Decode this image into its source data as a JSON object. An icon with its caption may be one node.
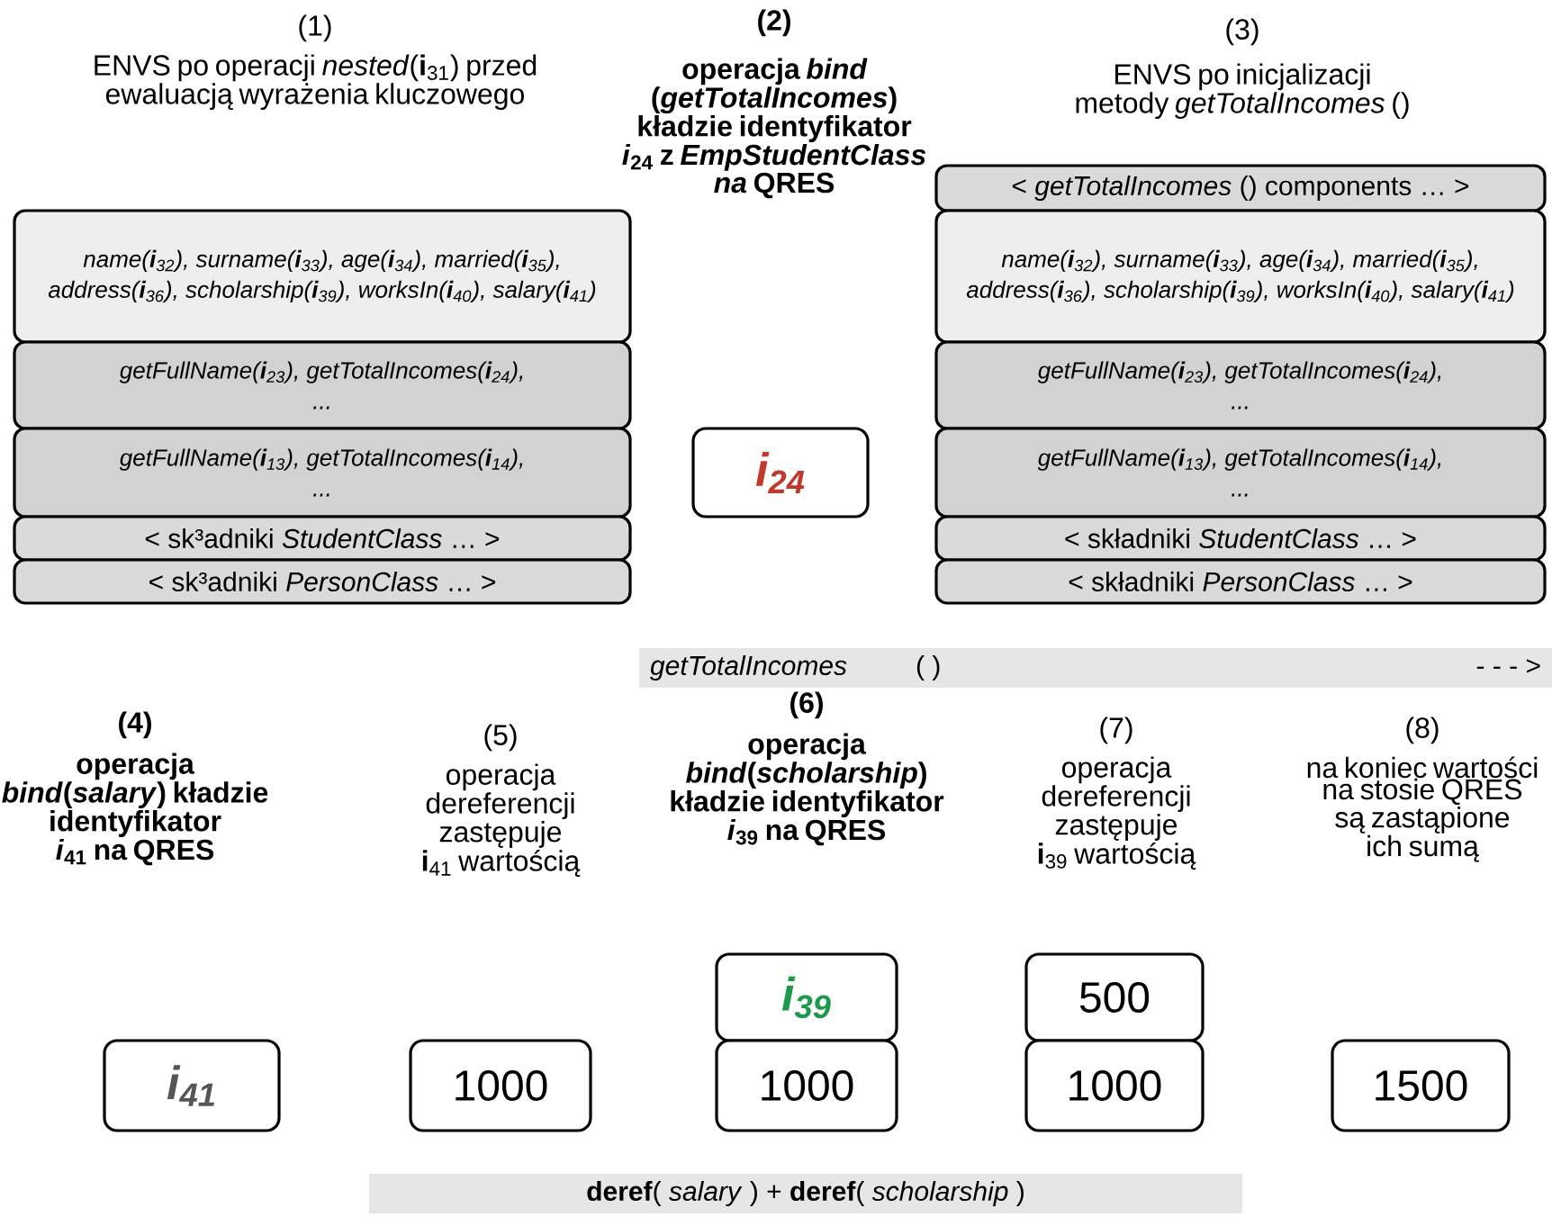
{
  "diagram": {
    "nodes": [
      {
        "text": [
          "name(**i**$_{32}$), surname(**i**$_{33}$), age(**i**$_{34}$), married(**i**$_{35}$), address(**i**$_{36}$), scholarship(**i**$_{39}$), worksIn(**i**$_{40}$), salary(**i**$_{41}$)"
        ]
      },
      {
        "text": [
          "getFullName(**i**$_{23}$), getTotalIncomes(**i**$_{24}$),",
          "..."
        ]
      },
      {
        "text": [
          "getFullName(**i**$_{13}$), getTotalIncomes(**i**$_{14}$),",
          "..."
        ]
      },
      {
        "text": [
          "< sk³adniki *StudentClass* … >"
        ]
      },
      {
        "text": [
          "< sk³adniki *PersonClass* … >"
        ]
      },
      {
        "text": [
          "i$_{24}$"
        ]
      },
      {
        "text": [
          "< *getTotalIncomes* () components … >"
        ]
      },
      {
        "text": [
          "name(**i**$_{32}$), surname(**i**$_{33}$), age(**i**$_{34}$), married(**i**$_{35}$), address(**i**$_{36}$), scholarship(**i**$_{39}$), worksIn(**i**$_{40}$), salary(**i**$_{41}$)"
        ]
      },
      {
        "text": [
          "getFullName(**i**$_{23}$), getTotalIncomes(**i**$_{24}$),",
          "..."
        ]
      },
      {
        "text": [
          "getFullName(**i**$_{13}$), getTotalIncomes(**i**$_{14}$),",
          "..."
        ]
      },
      {
        "text": [
          "< składniki *StudentClass* … >"
        ]
      },
      {
        "text": [
          "< składniki *PersonClass* … >"
        ]
      },
      {
        "text": [
          "getTotalIncomes",
          "( )",
          "- - - >"
        ]
      },
      {
        "text": [
          "i$_{41}$"
        ]
      },
      {
        "text": [
          "1000"
        ]
      },
      {
        "text": [
          "i$_{39}$"
        ]
      },
      {
        "text": [
          "1000"
        ]
      },
      {
        "text": [
          "500"
        ]
      },
      {
        "text": [
          "1000"
        ]
      },
      {
        "text": [
          "1500"
        ]
      },
      {
        "text": [
          "**deref**( *salary* )  +  **deref**( *scholarship* )"
        ]
      }
    ],
    "labels": [
      "(1)",
      "ENVS po operacji *nested*(**i**$_{31}$) przed ewaluacją wyrażenia kluczowego",
      "(2)",
      "operacja *bind* (*getTotalIncomes*) kładzie identyfikator *i*$_{24}$ z *EmpStudentClass na* QRES",
      "(3)",
      "ENVS po inicjalizacji metody *getTotalIncomes* ()",
      "(4)",
      "operacja *bind*(*salary*) kładzie identyfikator *i*$_{41}$ na QRES",
      "(5)",
      "operacja dereferencji zastępuje **i**$_{41}$ wartością",
      "(6)",
      "operacja *bind*(*scholarship*) kładzie identyfikator *i*$_{39}$ na QRES",
      "(7)",
      "operacja dereferencji zastępuje **i**$_{39}$ wartością",
      "(8)",
      "na koniec wartości na stosie QRES są zastąpione ich sumą"
    ]
  }
}
